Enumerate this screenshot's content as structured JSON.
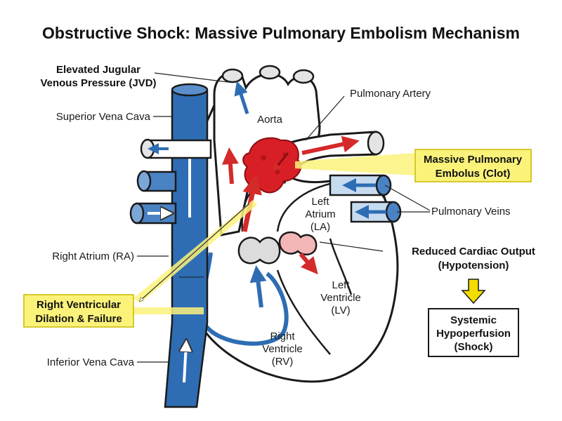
{
  "title": "Obstructive Shock: Massive Pulmonary Embolism Mechanism",
  "labels": {
    "jvd_line1": "Elevated Jugular",
    "jvd_line2": "Venous Pressure (JVD)",
    "svc": "Superior Vena Cava",
    "aorta": "Aorta",
    "pulmonary_artery": "Pulmonary Artery",
    "pe_line1": "Massive Pulmonary",
    "pe_line2": "Embolus (Clot)",
    "la_line1": "Left",
    "la_line2": "Atrium",
    "la_line3": "(LA)",
    "pulmonary_veins": "Pulmonary Veins",
    "ra": "Right Atrium (RA)",
    "rco_line1": "Reduced Cardiac Output",
    "rco_line2": "(Hypotension)",
    "rv_fail_line1": "Right Ventricular",
    "rv_fail_line2": "Dilation & Failure",
    "lv_line1": "Left",
    "lv_line2": "Ventricle",
    "lv_line3": "(LV)",
    "sh_line1": "Systemic",
    "sh_line2": "Hypoperfusion",
    "sh_line3": "(Shock)",
    "rv_line1": "Right",
    "rv_line2": "Ventricle",
    "rv_line3": "(RV)",
    "ivc": "Inferior Vena Cava"
  },
  "colors": {
    "venous_blue": "#2e6db3",
    "arterial_red": "#d42a2a",
    "highlight_yellow": "#fbf27a",
    "outline": "#1a1a1a"
  }
}
